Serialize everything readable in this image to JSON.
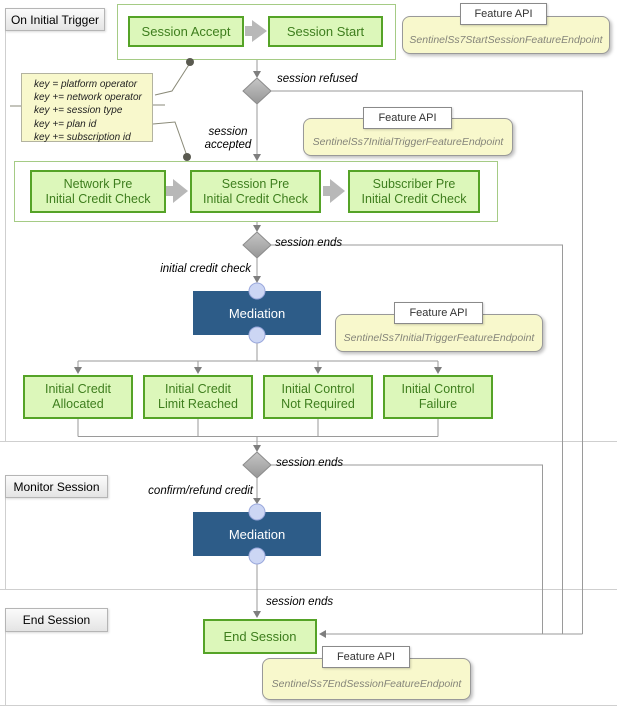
{
  "sections": {
    "initial_trigger": {
      "label": "On Initial Trigger"
    },
    "monitor": {
      "label": "Monitor Session"
    },
    "end": {
      "label": "End Session"
    }
  },
  "nodes": {
    "session_accept": "Session Accept",
    "session_start": "Session Start",
    "network_pre": {
      "l1": "Network Pre",
      "l2": "Initial Credit Check"
    },
    "session_pre": {
      "l1": "Session Pre",
      "l2": "Initial Credit Check"
    },
    "subscriber_pre": {
      "l1": "Subscriber Pre",
      "l2": "Initial Credit Check"
    },
    "mediation1": "Mediation",
    "mediation2": "Mediation",
    "credit_allocated": {
      "l1": "Initial Credit",
      "l2": "Allocated"
    },
    "credit_limit_reached": {
      "l1": "Initial Credit",
      "l2": "Limit Reached"
    },
    "control_not_required": {
      "l1": "Initial Control",
      "l2": "Not Required"
    },
    "control_failure": {
      "l1": "Initial Control",
      "l2": "Failure"
    },
    "end_session": "End Session"
  },
  "edge_labels": {
    "session_refused": "session refused",
    "session_accepted": {
      "l1": "session",
      "l2": "accepted"
    },
    "session_ends_1": "session ends",
    "initial_credit_check": "initial credit check",
    "session_ends_2": "session ends",
    "confirm_refund": "confirm/refund credit",
    "session_ends_3": "session ends"
  },
  "note": {
    "lines": [
      "key = platform operator",
      "key += network operator",
      "key += session type",
      "key += plan id",
      "key += subscription id"
    ]
  },
  "callouts": {
    "start_session": {
      "title": "Feature API",
      "endpoint": "SentinelSs7StartSessionFeatureEndpoint"
    },
    "initial_trigger_top": {
      "title": "Feature API",
      "endpoint": "SentinelSs7InitialTriggerFeatureEndpoint"
    },
    "initial_trigger_mediation": {
      "title": "Feature API",
      "endpoint": "SentinelSs7InitialTriggerFeatureEndpoint"
    },
    "end_session": {
      "title": "Feature API",
      "endpoint": "SentinelSs7EndSessionFeatureEndpoint"
    }
  },
  "colors": {
    "node_fill": "#dcf7ba",
    "node_border": "#55a327",
    "node_text": "#3e7e1e",
    "mediation_fill": "#2d5c88",
    "callout_fill": "#f8f8cc",
    "connector": "#9a9a9a",
    "section_border": "#cfcfcf"
  }
}
